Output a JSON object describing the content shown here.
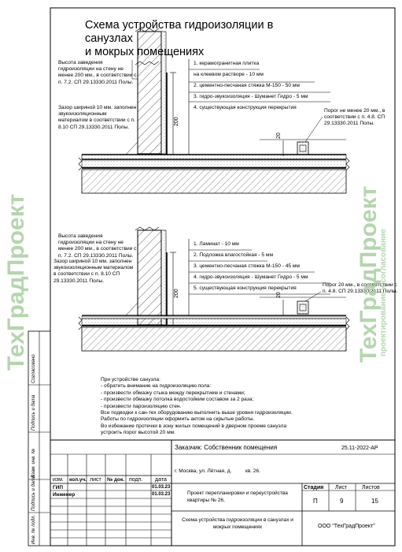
{
  "title_line1": "Схема устройства гидроизоляции в санузлах",
  "title_line2": "и мокрых помещениях",
  "section1": {
    "wall_note": "Высота заведения гидроизоляции на стену не менее 200 мм., в соответствии с п. 7.2. СП 29.13330.2011 Полы.",
    "gap_note": "Зазор шириной 10 мм. заполнен звукоизоляционным материалом в соответствии с п. 8.10 СП 29.13330.2011 Полы.",
    "layers": [
      "1. керамогранитная плитка",
      "на клеевом растворе - 10 мм",
      "2. цементно-песчаная стяжка М-150 - 50 мм",
      "3. гидро-звукоизоляция - Шуманет Гидро - 5 мм",
      "4. существующая конструкция перекрытия"
    ],
    "threshold_note": "Порог не менее 20 мм., в соответствии с п. 4.8. СП 29.13330.2011 Полы.",
    "dim_200": "200",
    "dim_20": "20"
  },
  "section2": {
    "wall_note": "Высота заведения гидроизоляции на стену не менее 200 мм., в соответствии с п. 7.2. СП 29.13330.2011 Полы.",
    "gap_note": "Зазор шириной 10 мм. заполнен звукоизоляционным материалом в соответствии с п. 8.10 СП 29.13330.2011 Полы.",
    "layers": [
      "1. Ламинат - 10 мм",
      "2. Подложка влагостойкая - 5 мм",
      "3. цементно-песчаная стяжка М-150 - 45 мм",
      "4. гидро-звукоизоляция - Шуманет Гидро - 5 мм",
      "5. существующая конструкция перекрытия"
    ],
    "threshold_note": "Порог 20 мм., в соответствии с п. 4.8. СП 29.13330.2011 Полы.",
    "dim_200": "200",
    "dim_20": "20"
  },
  "general_notes": [
    "При устройстве санузла:",
    "- обратить внимание на гидроизоляцию пола:",
    "- произвести обмазку стыка между перекрытием и стенами;",
    "- произвести обмазку потолка водостойким составом за 2 раза;",
    "- произвести пароизоляцию стен.",
    "Все подводки к сан-тех оборудованию выполнить выше уровня гидроизоляции.",
    "Работы по гидроизоляции оформить актом на скрытые работы.",
    "Во избежание протечки в зону жилых помещений в дверном проеме санузла",
    "устроить порог высотой 20 мм."
  ],
  "watermark": {
    "main": "ТехГрадПроект",
    "sub": "проектирование и согласование"
  },
  "stamp": {
    "customer": "Заказчик: Собственник помещения",
    "code": "25.11-2022-АР",
    "address": "г. Москва, ул. Лётная, д.",
    "address_num": "кв. 26.",
    "col_headers": [
      "изм.",
      "кол.уч.",
      "лист",
      "№ док.",
      "подп.",
      "дата"
    ],
    "rows": [
      {
        "role": "ГИП",
        "date": "01.03.23"
      },
      {
        "role": "Инженер",
        "date": "01.03.23"
      }
    ],
    "project": "Проект перепланировки и переустройства квартиры № 26,",
    "sheet_title": "Схема устройства гидроизоляции в санузлах и мокрых помещениях",
    "stage_label": "Стадия",
    "sheet_label": "Лист",
    "sheets_label": "Листов",
    "stage": "П",
    "sheet": "9",
    "sheets": "15",
    "company": "ООО \"ТехГрадПроект\""
  },
  "side_labels": {
    "agreed": "Согласовано",
    "sign_date": "Подпись и дата",
    "inv_replace": "Взам. инв. №",
    "sign_date2": "Подпись и дата",
    "inv_orig": "Инв. № подл."
  }
}
